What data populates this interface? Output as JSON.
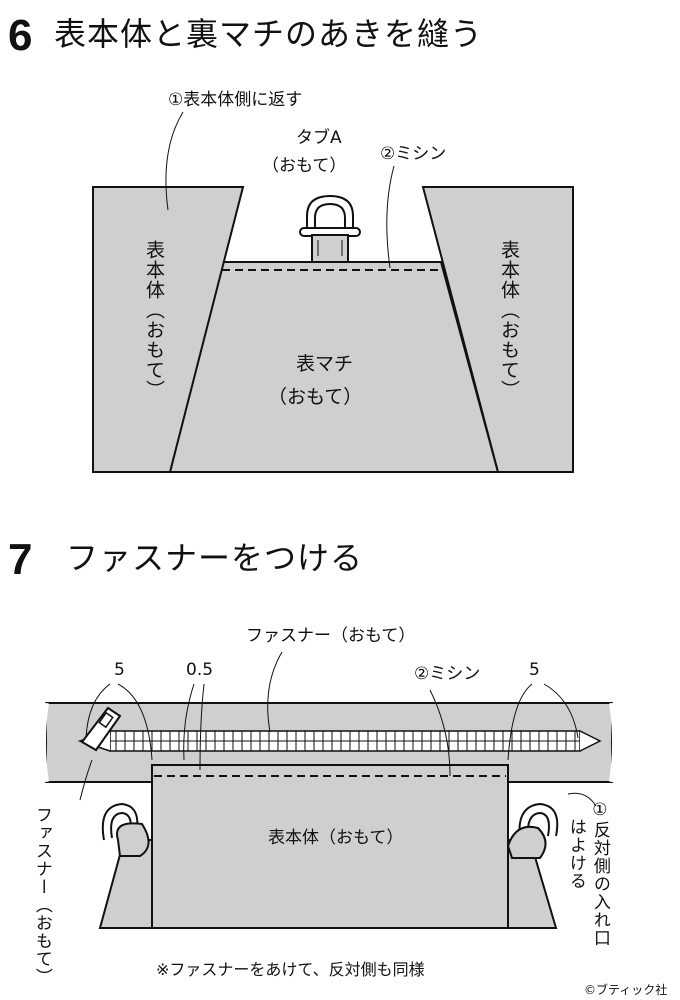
{
  "step6": {
    "number": "6",
    "title": "表本体と裏マチのあきを縫う",
    "callout_turn": "①表本体側に返す",
    "callout_tab_line1": "タブA",
    "callout_tab_line2": "（おもて）",
    "callout_sew": "②ミシン",
    "left_panel": "表本体（おもて）",
    "right_panel": "表本体（おもて）",
    "center_line1": "表マチ",
    "center_line2": "（おもて）"
  },
  "step7": {
    "number": "7",
    "title": "ファスナーをつける",
    "zipper_label": "ファスナー（おもて）",
    "dim_left": "5",
    "dim_gap": "0.5",
    "callout_sew": "②ミシン",
    "dim_right": "5",
    "body_label": "表本体（おもて）",
    "left_vertical": "ファスナー（おもて）",
    "right_vertical_col1": "①反対側の入れ口",
    "right_vertical_col2": "はよける",
    "note": "※ファスナーをあけて、反対側も同様"
  },
  "credit": "©ブティック社"
}
